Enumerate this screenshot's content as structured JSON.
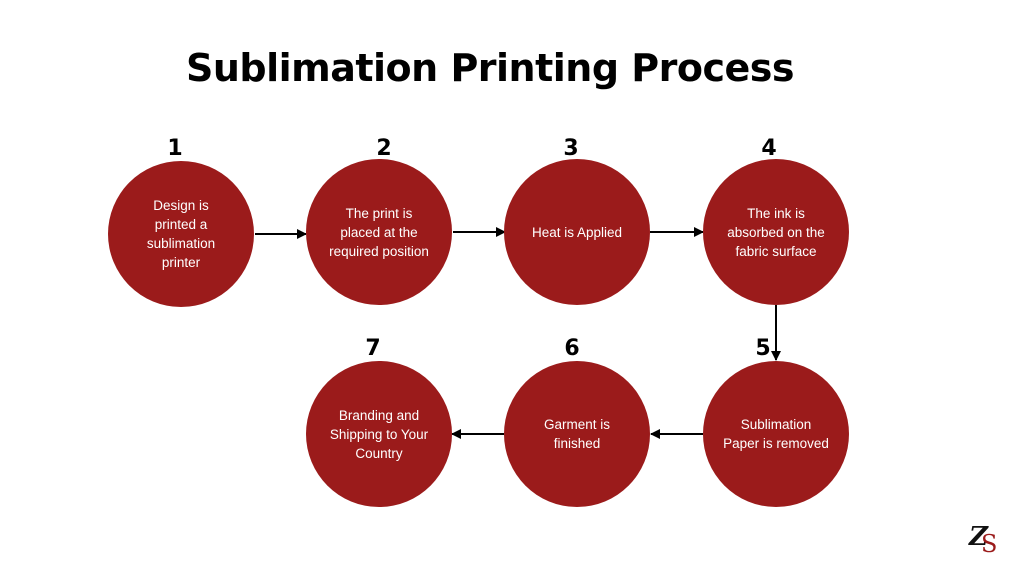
{
  "title": "Sublimation Printing Process",
  "colors": {
    "node_fill": "#9b1b1b",
    "node_text": "#ffffff",
    "arrow": "#000000"
  },
  "steps": [
    {
      "number": "1",
      "lines": [
        "Design is",
        "printed a",
        "sublimation",
        "printer"
      ]
    },
    {
      "number": "2",
      "lines": [
        "The print is",
        "placed at the",
        "required position"
      ]
    },
    {
      "number": "3",
      "lines": [
        "Heat is Applied"
      ]
    },
    {
      "number": "4",
      "lines": [
        "The ink is",
        "absorbed on the",
        "fabric surface"
      ]
    },
    {
      "number": "5",
      "lines": [
        "Sublimation",
        "Paper is removed"
      ]
    },
    {
      "number": "6",
      "lines": [
        "Garment is",
        "finished"
      ]
    },
    {
      "number": "7",
      "lines": [
        "Branding and",
        "Shipping to Your",
        "Country"
      ]
    }
  ],
  "logo": {
    "letters": "ZS"
  }
}
